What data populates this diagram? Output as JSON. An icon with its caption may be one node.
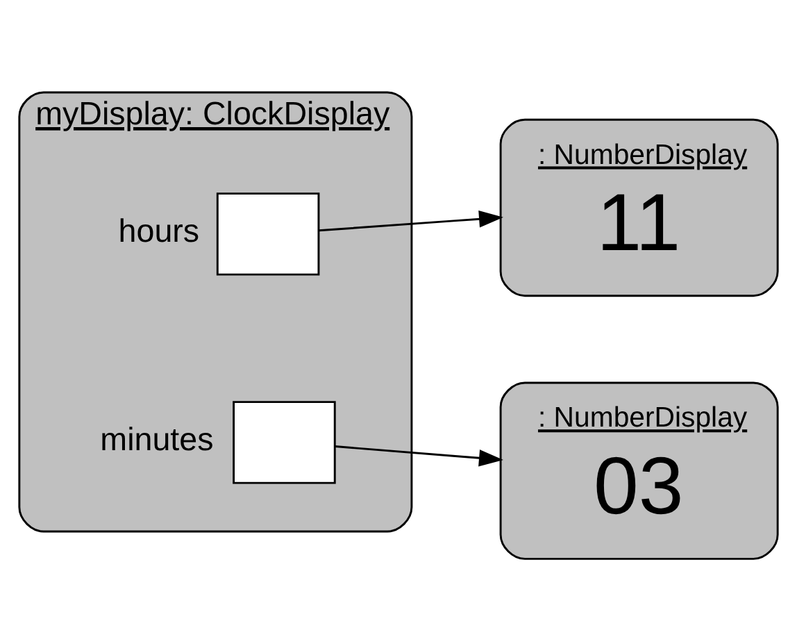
{
  "diagram": {
    "nodes": [
      {
        "text": [
          "myDisplay: ClockDisplay"
        ]
      },
      {
        "text": [],
        "shape": "box",
        "in": 0,
        "beside": [
          "hours"
        ]
      },
      {
        "text": [],
        "shape": "box",
        "in": 0,
        "beside": [
          "minutes"
        ]
      },
      {
        "text": [
          ": NumberDisplay",
          "11"
        ]
      },
      {
        "text": [
          ": NumberDisplay",
          "03"
        ]
      }
    ],
    "edges": [
      {
        "from": 1,
        "to": 3,
        "arrow": "to"
      },
      {
        "from": 2,
        "to": 4,
        "arrow": "to"
      }
    ]
  }
}
